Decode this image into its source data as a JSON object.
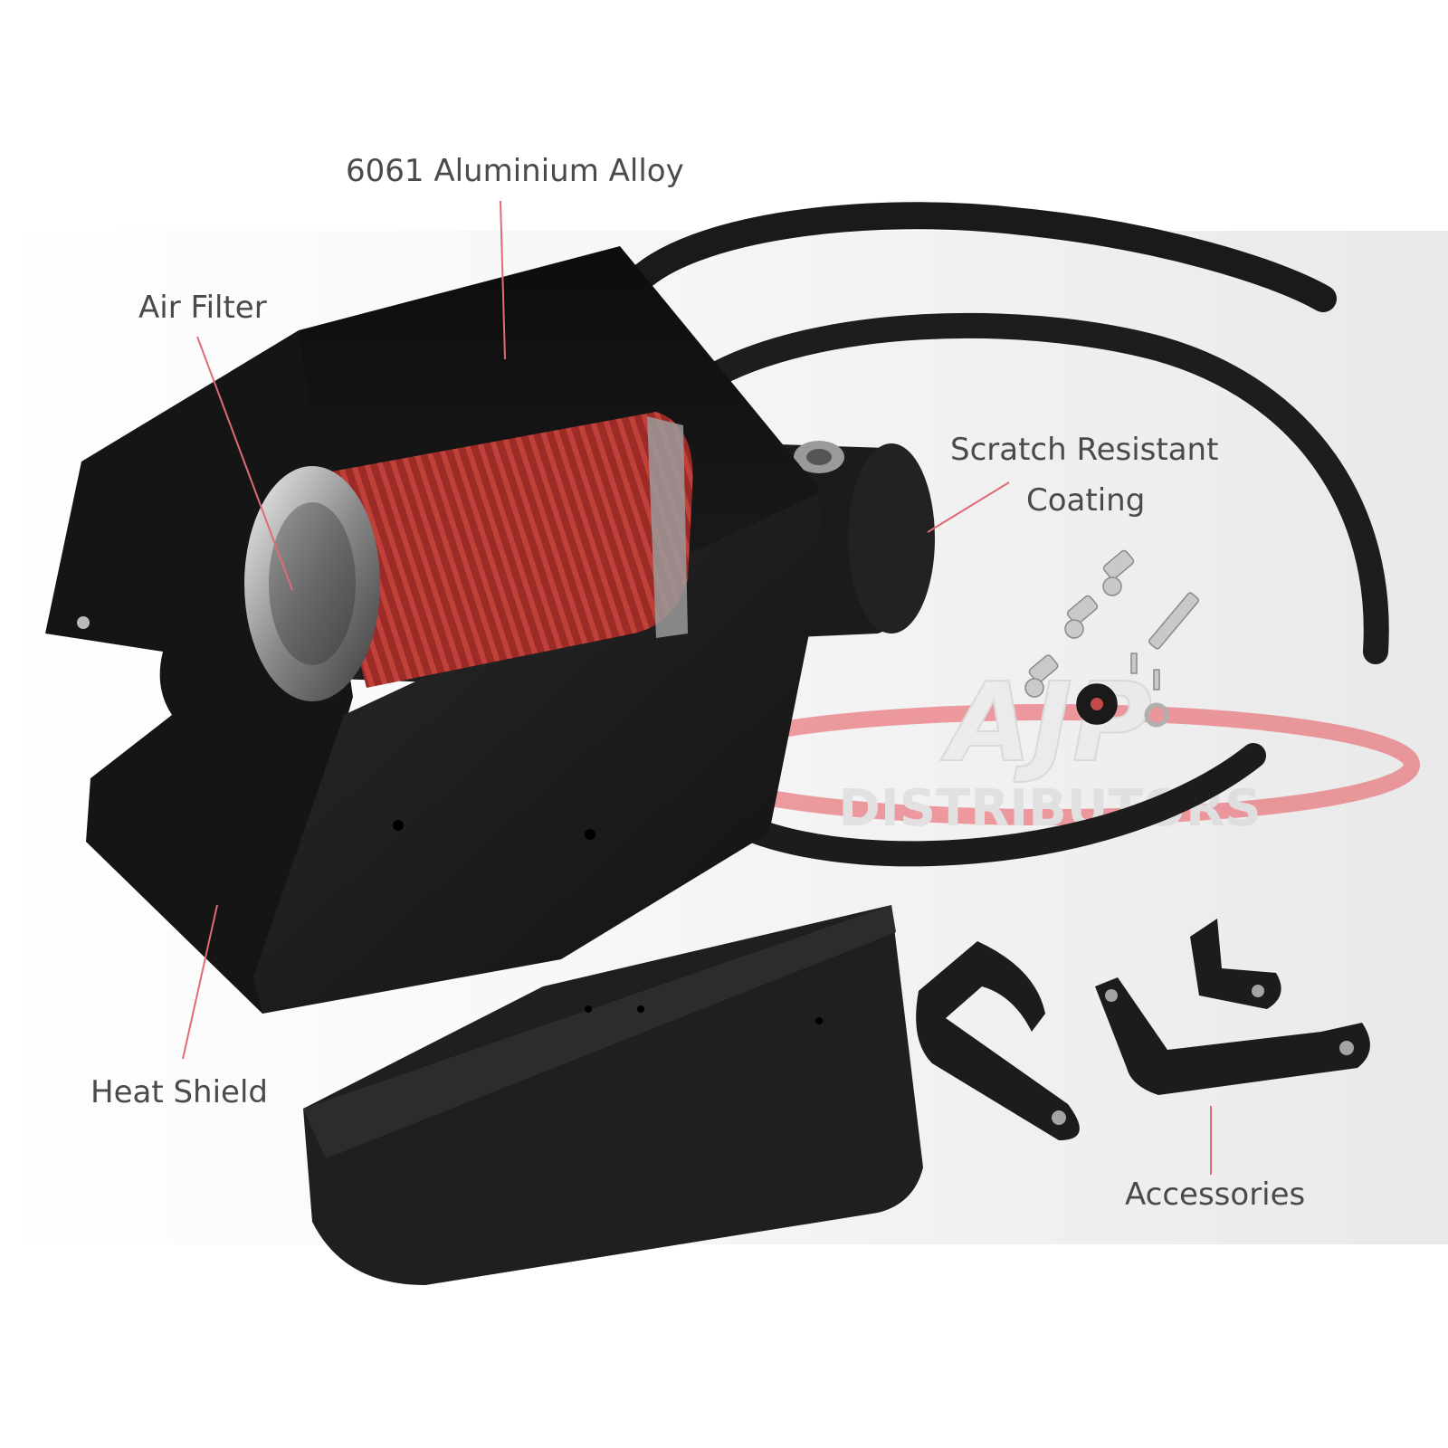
{
  "callouts": {
    "alloy": "6061 Aluminium Alloy",
    "air_filter": "Air Filter",
    "scratch_line1": "Scratch Resistant",
    "scratch_line2": "Coating",
    "heat_shield": "Heat Shield",
    "accessories": "Accessories"
  },
  "watermark": {
    "brand": "AJP",
    "subtitle": "DISTRIBUTORS"
  },
  "colors": {
    "label_text": "#4a4a4a",
    "leader_line": "#e06a78",
    "metal_black": "#1b1b1b",
    "filter_red": "#a8302c",
    "background_grey": "#f0f0f0",
    "watermark_red": "#e8505a"
  }
}
